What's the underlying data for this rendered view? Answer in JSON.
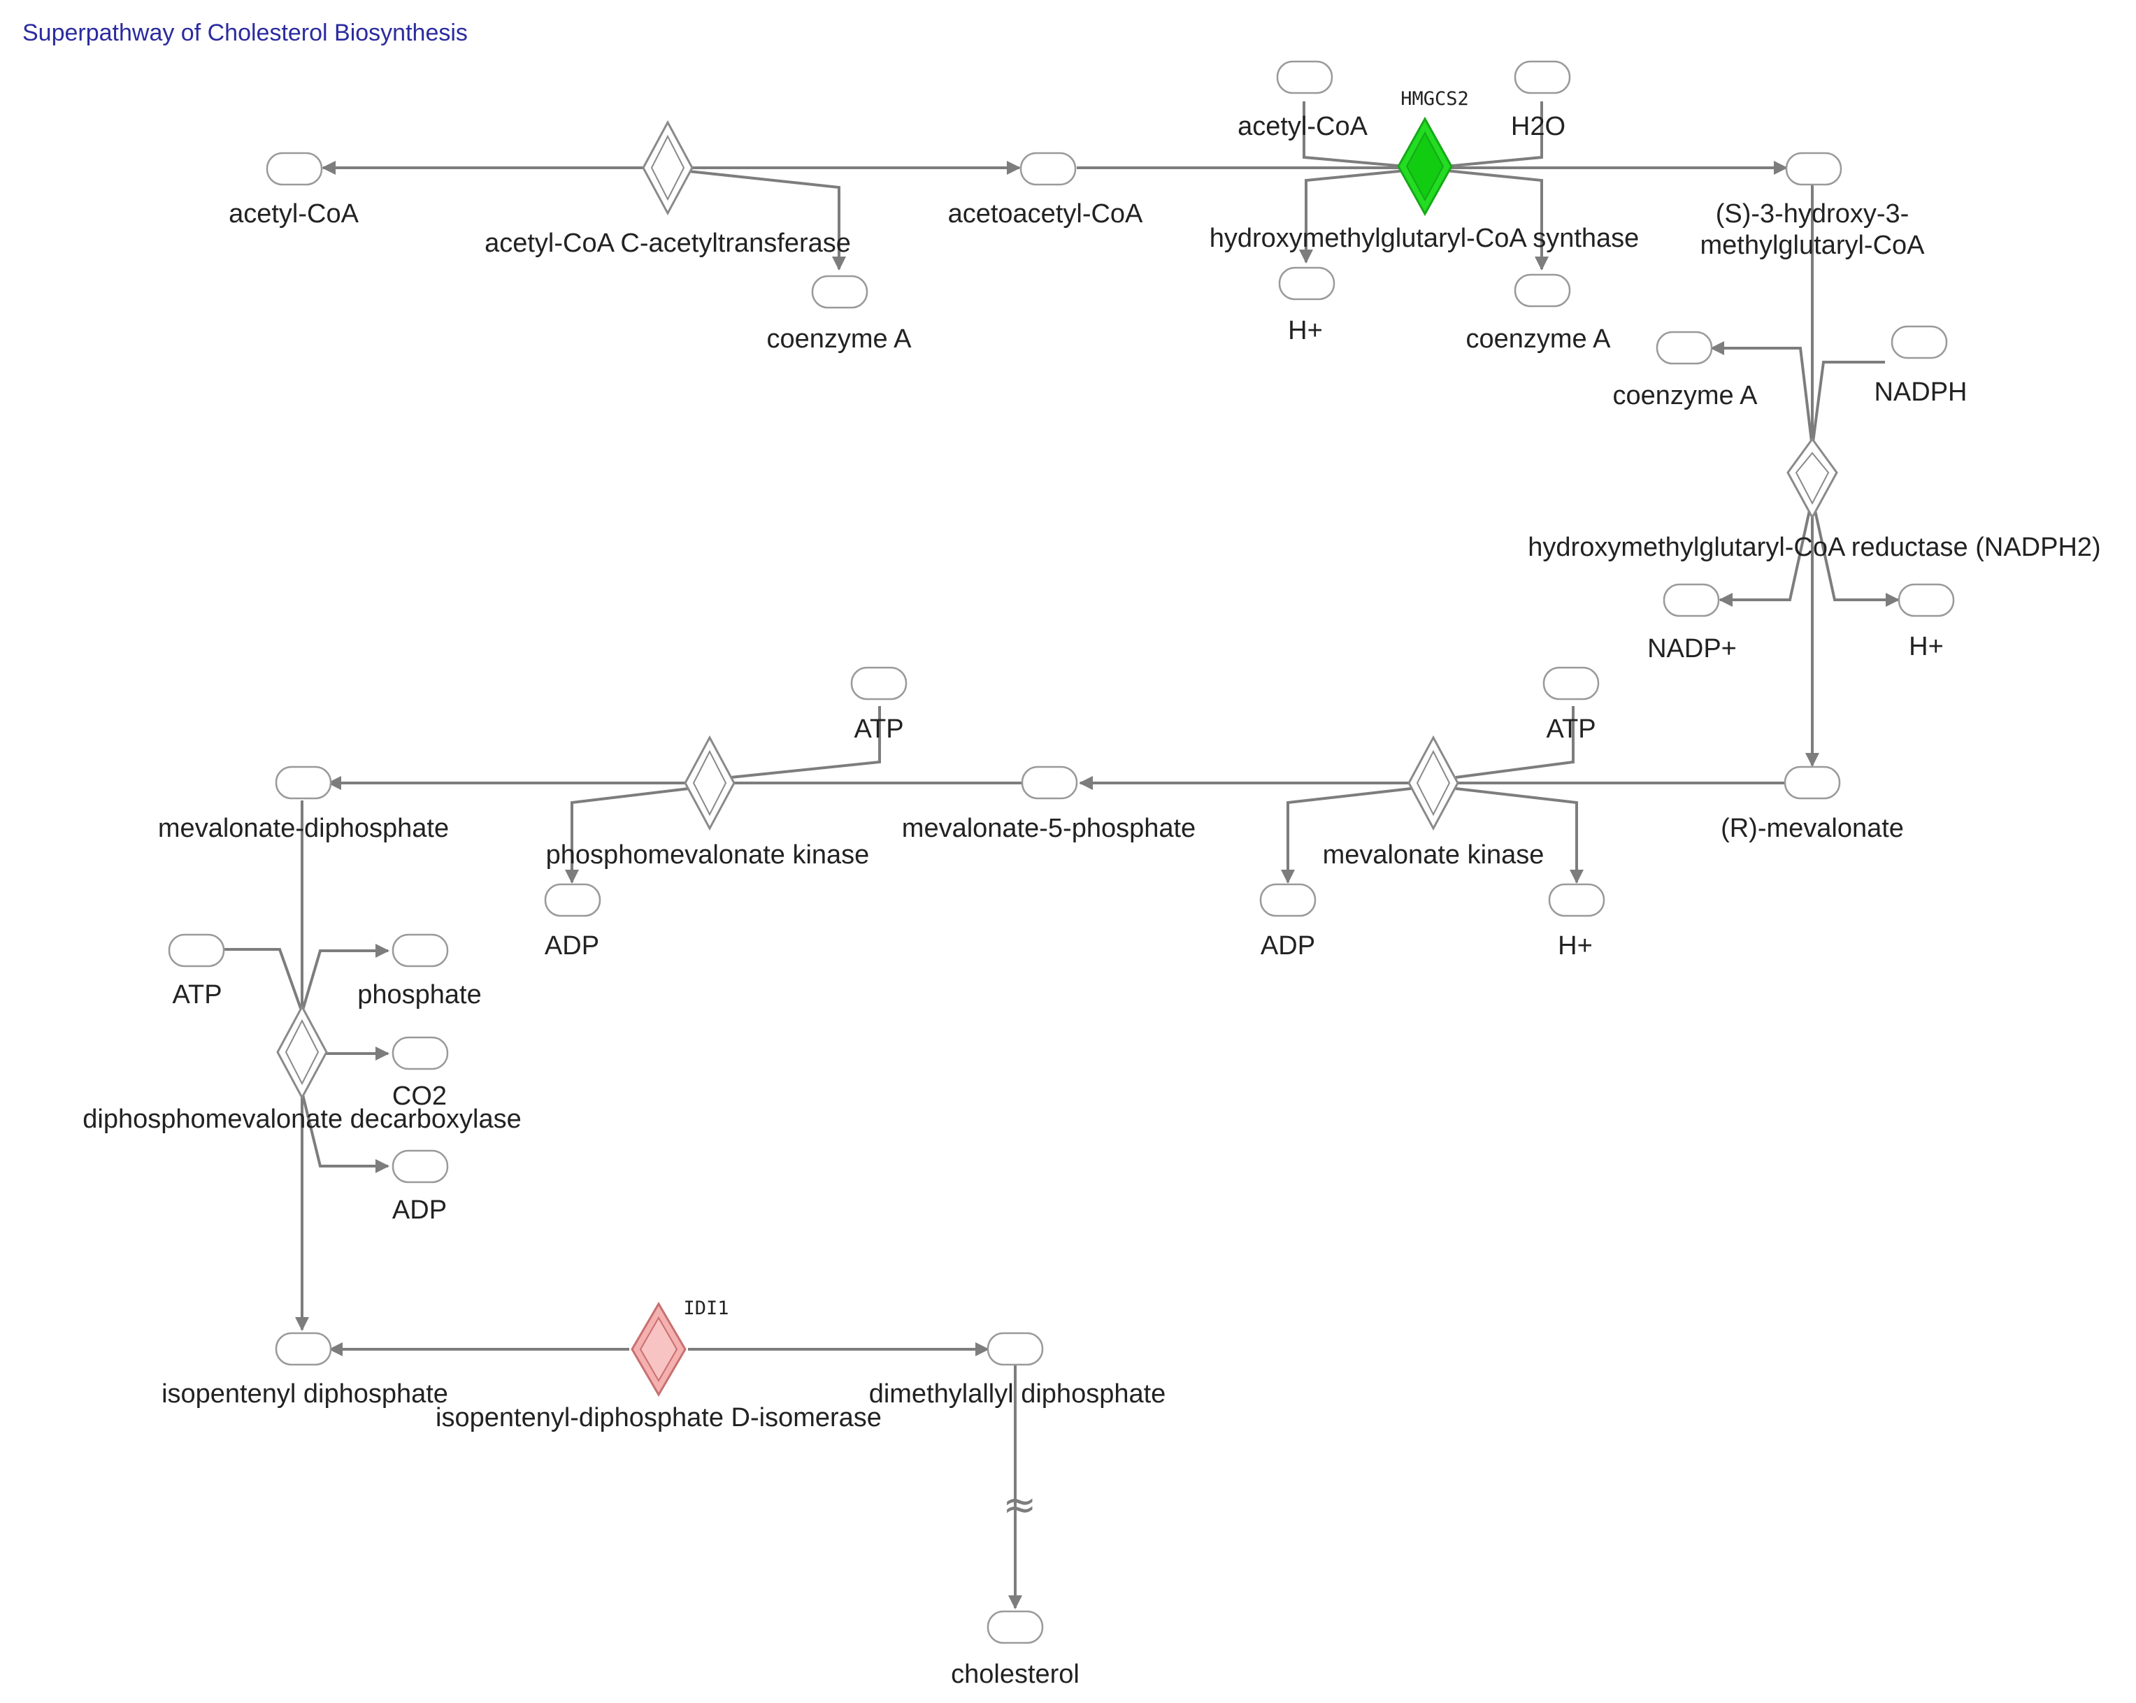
{
  "title": "Superpathway of Cholesterol Biosynthesis",
  "colors": {
    "title": "#2b2ba0",
    "edge": "#7d7d7d",
    "node_border": "#9a9a9a",
    "downregulated_fill": "#22dd22",
    "upregulated_fill": "#f5b0b0"
  },
  "reactions": [
    {
      "enzyme": "acetyl-CoA C-acetyltransferase",
      "gene": "",
      "substrates": [
        "acetyl-CoA"
      ],
      "products": [
        "acetoacetyl-CoA",
        "coenzyme A"
      ]
    },
    {
      "enzyme": "hydroxymethylglutaryl-CoA synthase",
      "gene": "HMGCS2",
      "substrates": [
        "acetoacetyl-CoA",
        "acetyl-CoA",
        "H2O"
      ],
      "products": [
        "(S)-3-hydroxy-3-methylglutaryl-CoA",
        "H+",
        "coenzyme A"
      ]
    },
    {
      "enzyme": "hydroxymethylglutaryl-CoA reductase (NADPH2)",
      "gene": "",
      "substrates": [
        "(S)-3-hydroxy-3-methylglutaryl-CoA",
        "NADPH"
      ],
      "products": [
        "(R)-mevalonate",
        "coenzyme A",
        "NADP+",
        "H+"
      ]
    },
    {
      "enzyme": "mevalonate kinase",
      "gene": "",
      "substrates": [
        "(R)-mevalonate",
        "ATP"
      ],
      "products": [
        "mevalonate-5-phosphate",
        "ADP",
        "H+"
      ]
    },
    {
      "enzyme": "phosphomevalonate kinase",
      "gene": "",
      "substrates": [
        "mevalonate-5-phosphate",
        "ATP"
      ],
      "products": [
        "mevalonate-diphosphate",
        "ADP"
      ]
    },
    {
      "enzyme": "diphosphomevalonate decarboxylase",
      "gene": "",
      "substrates": [
        "mevalonate-diphosphate",
        "ATP"
      ],
      "products": [
        "isopentenyl diphosphate",
        "phosphate",
        "CO2",
        "ADP"
      ]
    },
    {
      "enzyme": "isopentenyl-diphosphate D-isomerase",
      "gene": "IDI1",
      "substrates": [
        "isopentenyl diphosphate"
      ],
      "products": [
        "dimethylallyl diphosphate"
      ]
    }
  ],
  "molecules": {
    "acetyl_coa_1": "acetyl-CoA",
    "acetoacetyl_coa": "acetoacetyl-CoA",
    "coenzyme_a_1": "coenzyme A",
    "acetyl_coa_2": "acetyl-CoA",
    "h2o": "H2O",
    "h_plus_1": "H+",
    "coenzyme_a_2": "coenzyme A",
    "hmg_coa_line1": "(S)-3-hydroxy-3-",
    "hmg_coa_line2": "methylglutaryl-CoA",
    "coenzyme_a_3": "coenzyme A",
    "nadph": "NADPH",
    "nadp_plus": "NADP+",
    "h_plus_2": "H+",
    "r_mevalonate": "(R)-mevalonate",
    "atp_1": "ATP",
    "adp_1": "ADP",
    "h_plus_3": "H+",
    "mevalonate_5_phosphate": "mevalonate-5-phosphate",
    "atp_2": "ATP",
    "adp_2": "ADP",
    "mevalonate_diphosphate": "mevalonate-diphosphate",
    "atp_3": "ATP",
    "phosphate": "phosphate",
    "co2": "CO2",
    "adp_3": "ADP",
    "isopentenyl_diphosphate": "isopentenyl diphosphate",
    "dimethylallyl_diphosphate": "dimethylallyl diphosphate",
    "cholesterol": "cholesterol"
  },
  "enzymes": {
    "acat": "acetyl-CoA C-acetyltransferase",
    "hmgcs": "hydroxymethylglutaryl-CoA synthase",
    "hmgcs_gene": "HMGCS2",
    "hmgcr": "hydroxymethylglutaryl-CoA reductase (NADPH2)",
    "mvk": "mevalonate kinase",
    "pmvk": "phosphomevalonate kinase",
    "mvd": "diphosphomevalonate decarboxylase",
    "idi": "isopentenyl-diphosphate D-isomerase",
    "idi_gene": "IDI1"
  },
  "indirect_step_symbol": "≈"
}
